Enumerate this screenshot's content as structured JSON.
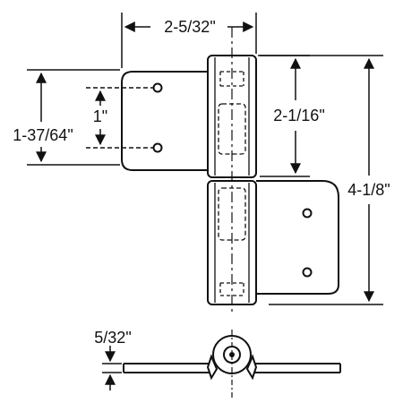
{
  "dimensions": {
    "overall_width": "2-5/32\"",
    "overall_height": "4-1/8\"",
    "upper_leaf_height": "2-1/16\"",
    "leaf_height": "1-37/64\"",
    "hole_spacing": "1\"",
    "leaf_thickness": "5/32\""
  },
  "colors": {
    "line": "#111111",
    "background": "#ffffff"
  }
}
